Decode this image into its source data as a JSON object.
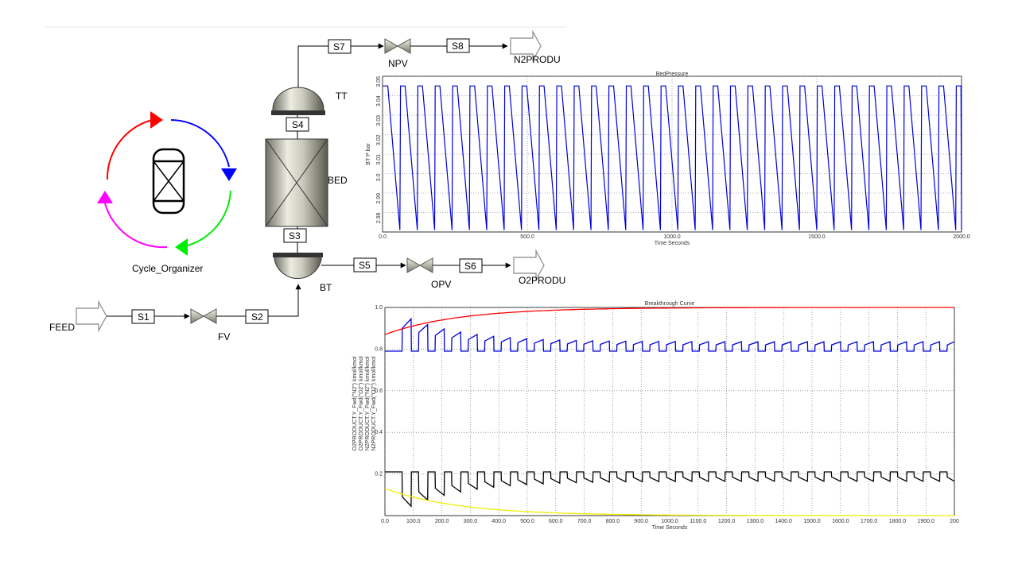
{
  "flowsheet": {
    "blocks": {
      "feed": "FEED",
      "fv": "FV",
      "bt": "BT",
      "bed": "BED",
      "tt": "TT",
      "npv": "NPV",
      "opv": "OPV",
      "n2product": "N2PRODU",
      "o2product": "O2PRODU",
      "cycle": "Cycle_Organizer"
    },
    "streams": {
      "s1": "S1",
      "s2": "S2",
      "s3": "S3",
      "s4": "S4",
      "s5": "S5",
      "s6": "S6",
      "s7": "S7",
      "s8": "S8"
    },
    "cycle_colors": [
      "#ff0000",
      "#0000ff",
      "#00ee00",
      "#ff00ff"
    ],
    "icons": [
      "valve-icon",
      "flash-drum-icon",
      "packed-bed-icon",
      "product-arrow-icon",
      "feed-arrow-icon",
      "cycle-organizer-icon"
    ]
  },
  "chart_data": [
    {
      "type": "line",
      "title": "BedPressure",
      "xlabel": "Time Seconds",
      "ylabel": "BT P bar",
      "xlim": [
        0,
        2000
      ],
      "ylim": [
        2.97,
        3.05
      ],
      "xticks": [
        "0.0",
        "500.0",
        "1000.0",
        "1500.0",
        "2000.0"
      ],
      "yticks": [
        "2.98",
        "2.99",
        "3.0",
        "3.01",
        "3.02",
        "3.03",
        "3.04",
        "3.05"
      ],
      "grid": true,
      "cycle_period": 60,
      "series": [
        {
          "name": "BT P bar",
          "color": "#0000dd",
          "pattern": {
            "period": 60,
            "high": 3.045,
            "low": 2.971,
            "high_start": 0,
            "high_end": 32,
            "decay_to": 3.03,
            "decay_end": 50,
            "drop_end": 52,
            "rise_end": 60
          }
        }
      ]
    },
    {
      "type": "line",
      "title": "Breakthrough Curve",
      "xlabel": "Time Seconds",
      "xlim": [
        0,
        2000
      ],
      "ylim": [
        0,
        1
      ],
      "xticks": [
        "0.0",
        "100.0",
        "200.0",
        "300.0",
        "400.0",
        "500.0",
        "600.0",
        "700.0",
        "800.0",
        "900.0",
        "1000.0",
        "1100.0",
        "1200.0",
        "1300.0",
        "1400.0",
        "1500.0",
        "1600.0",
        "1700.0",
        "1800.0",
        "1900.0",
        "200"
      ],
      "yticks": [
        "0.2",
        "0.4",
        "0.6",
        "0.8",
        "1.0"
      ],
      "grid": true,
      "series": [
        {
          "name": "O2PRODUCT.Y_Fwd(\"N2\") kmol/kmol",
          "color": "#0000dd"
        },
        {
          "name": "O2PRODUCT.Y_Fwd(\"O2\") kmol/kmol",
          "color": "#000000"
        },
        {
          "name": "N2PRODUCT.Y_Fwd(\"N2\") kmol/kmol",
          "color": "#ff0000"
        },
        {
          "name": "N2PRODUCT.Y_Fwd(\"O2\") kmol/kmol",
          "color": "#eeee00"
        }
      ],
      "cycle": {
        "period": 58,
        "first_on": 60,
        "on_duration": 32,
        "base_blue": 0.79,
        "peak_blue_first": 0.945,
        "peak_blue_final": 0.835,
        "base_black": 0.21,
        "dip_black_first": 0.045,
        "dip_black_final": 0.165,
        "red_start": 0.87,
        "red_final": 1.0,
        "yellow_start": 0.13,
        "yellow_final": 0.0
      }
    }
  ]
}
